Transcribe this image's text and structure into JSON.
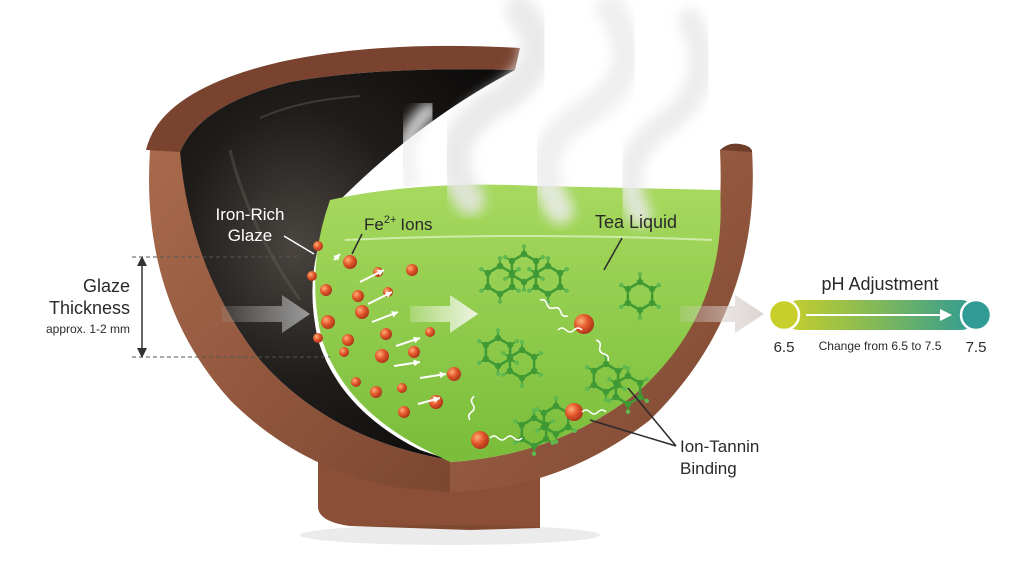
{
  "labels": {
    "glaze_thickness_line1": "Glaze",
    "glaze_thickness_line2": "Thickness",
    "glaze_thickness_note": "approx. 1-2 mm",
    "iron_rich_line1": "Iron-Rich",
    "iron_rich_line2": "Glaze",
    "fe_ions_base": "Fe",
    "fe_ions_sup": "2+",
    "fe_ions_word": "Ions",
    "tea_liquid": "Tea Liquid",
    "ion_tannin_line1": "Ion-Tannin",
    "ion_tannin_line2": "Binding"
  },
  "ph": {
    "title": "pH Adjustment",
    "from": "6.5",
    "to": "7.5",
    "note": "Change from 6.5 to 7.5",
    "color_start": "#c8cf2a",
    "color_end": "#2f9b94"
  },
  "colors": {
    "clay": "#9a5a3e",
    "clay_dark": "#6e3c28",
    "glaze": "#1c1a18",
    "tea": "#8fcd4a",
    "tea_surface": "#c2e58c",
    "ion": "#e2572a",
    "tannin": "#3f9a35"
  }
}
